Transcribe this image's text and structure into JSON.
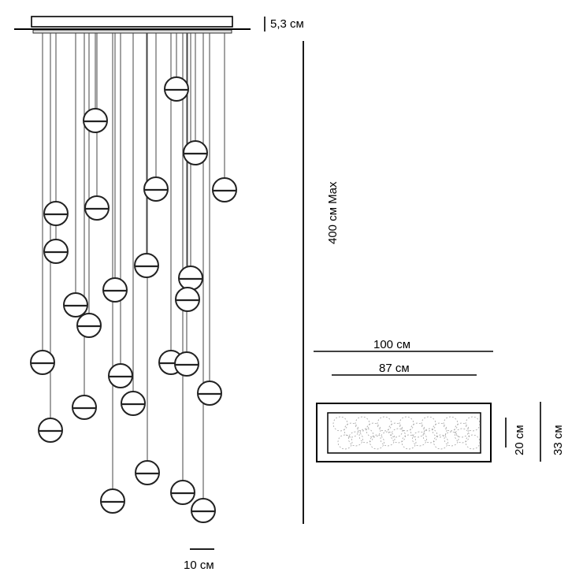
{
  "labels": {
    "canopy_height": "5,3 см",
    "max_length": "400 см Max",
    "outer_width": "100 см",
    "inner_width": "87 см",
    "inner_depth": "20 см",
    "outer_depth": "33 см",
    "scale": "10 см"
  },
  "colors": {
    "line": "#000000",
    "cable": "#444444",
    "globe_stroke": "#222222"
  },
  "icons": {
    "globe": "pendant-globe-icon",
    "canopy": "ceiling-canopy-icon"
  }
}
